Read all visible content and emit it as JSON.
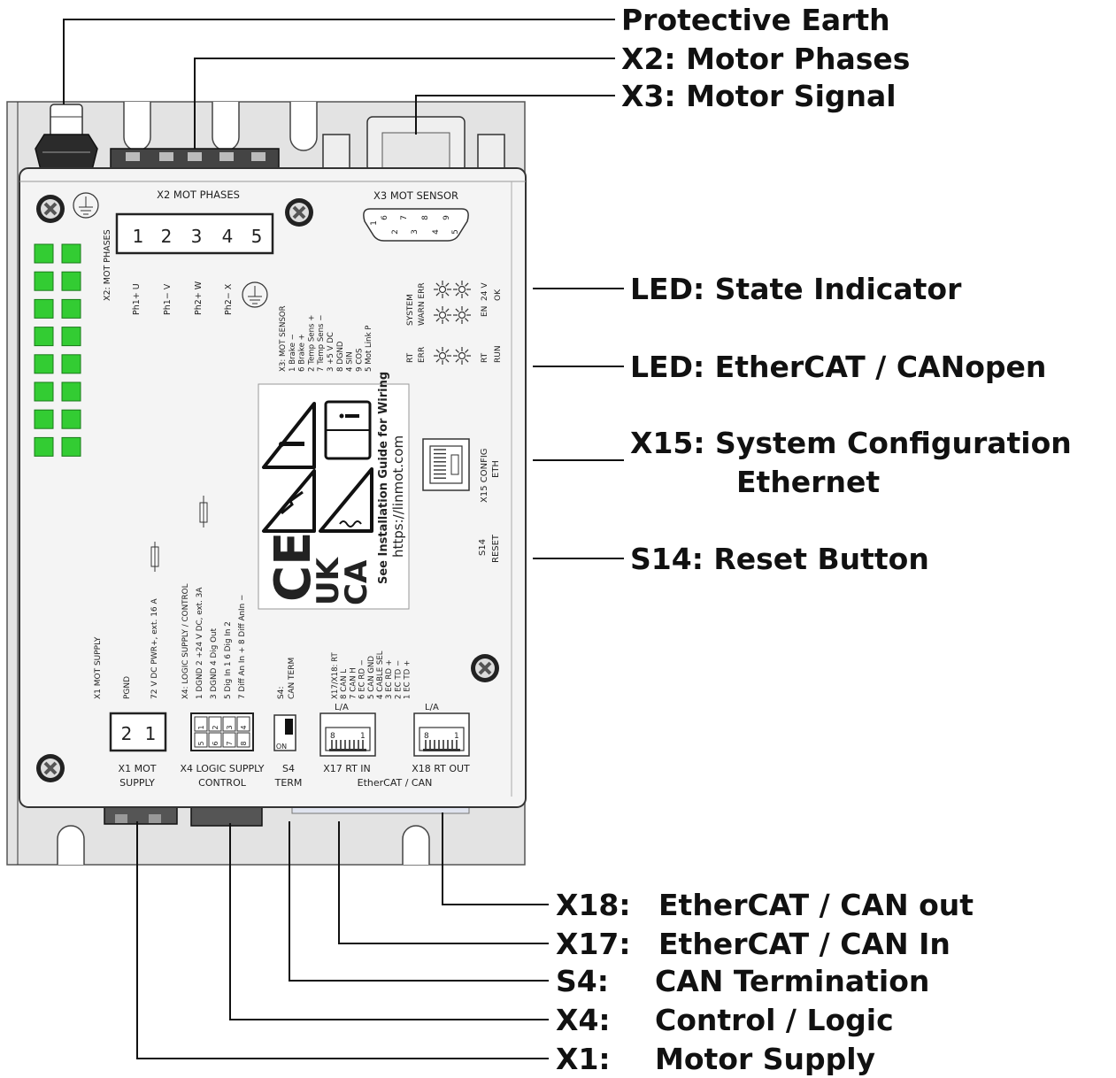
{
  "callouts": {
    "protective_earth": "Protective Earth",
    "x2": "X2:  Motor Phases",
    "x3": "X3:  Motor Signal",
    "led_state": "LED:  State Indicator",
    "led_ethercat": "LED:  EtherCAT / CANopen",
    "x15_line1": "X15:  System Configuration",
    "x15_line2": "Ethernet",
    "s14": "S14:  Reset Button",
    "x18_id": "X18:",
    "x18_desc": "EtherCAT / CAN out",
    "x17_id": "X17:",
    "x17_desc": "EtherCAT / CAN In",
    "s4_id": "S4:",
    "s4_desc": "CAN Termination",
    "x4_id": "X4:",
    "x4_desc": "Control / Logic",
    "x1_id": "X1:",
    "x1_desc": "Motor Supply"
  },
  "device": {
    "x2_title": "X2 MOT PHASES",
    "x2_pins": [
      "1",
      "2",
      "3",
      "4",
      "5"
    ],
    "x2_side": "X2: MOT PHASES",
    "x2_phases": [
      "Ph1+ U",
      "Ph1− V",
      "Ph2+ W",
      "Ph2− X"
    ],
    "x3_title": "X3 MOT SENSOR",
    "x3_pins_top": [
      "1",
      "6",
      "7",
      "8",
      "9"
    ],
    "x3_pins_bottom": [
      "2",
      "3",
      "4",
      "5"
    ],
    "x3_list": [
      "X3: MOT SENSOR",
      "1  Brake −",
      "6  Brake +",
      "2  Temp Sens +",
      "7  Temp Sens −",
      "3  +5 V DC",
      "8  DGND",
      "4  SIN",
      "9  COS",
      "5  Mot Link P"
    ],
    "led_system": [
      "SYSTEM",
      "WARN ERR"
    ],
    "led_en": [
      "EN",
      "24 V",
      "OK"
    ],
    "led_rt_left": [
      "RT",
      "ERR"
    ],
    "led_rt_right": [
      "RT",
      "RUN"
    ],
    "x15_label": [
      "X15 CONFIG",
      "ETH"
    ],
    "s14_label": [
      "S14",
      "RESET"
    ],
    "warning_text": [
      "See Installation Guide for Wiring",
      "https://linmot.com"
    ],
    "mark_ce": "CE",
    "mark_ukca": [
      "UK",
      "CA"
    ],
    "x1_side": [
      "X1 MOT SUPPLY",
      "PGND",
      "72 V DC  PWR+, ext. 16 A"
    ],
    "x4_side": [
      "X4: LOGIC SUPPLY / CONTROL",
      "1  DGND       2  +24 V DC, ext. 3A",
      "3  DGND       4  Dig Out",
      "5  Dig In 1    6  Dig In 2",
      "7  Diff An In +   8  Diff AnIn −"
    ],
    "s4_side": [
      "S4:",
      "CAN TERM"
    ],
    "x17_side": [
      "X17/X18: RT",
      "8  CAN L",
      "7  CAN H",
      "6  EC RD −",
      "5  CAN GND",
      "4  CABLE SEL",
      "3  EC RD +",
      "2  EC TD −",
      "1  EC TD +"
    ],
    "x1_pins": [
      "2",
      "1"
    ],
    "x4_pins_top": [
      "1",
      "2",
      "3",
      "4"
    ],
    "x4_pins_bottom": [
      "5",
      "6",
      "7",
      "8"
    ],
    "s4_on": "ON",
    "la": "L/A",
    "rj_pins": [
      "8",
      "1"
    ],
    "x1_bottom": [
      "X1 MOT",
      "SUPPLY"
    ],
    "x4_bottom": [
      "X4 LOGIC SUPPLY",
      "CONTROL"
    ],
    "s4_bottom": [
      "S4",
      "TERM"
    ],
    "x17_bottom": "X17 RT IN",
    "x18_bottom": "X18 RT OUT",
    "ethercat_bottom": "EtherCAT / CAN"
  },
  "colors": {
    "led_green": "#33cc33",
    "housing": "#f4f4f4",
    "mount_plate": "#e3e3e3",
    "connector_dark": "#555555"
  }
}
